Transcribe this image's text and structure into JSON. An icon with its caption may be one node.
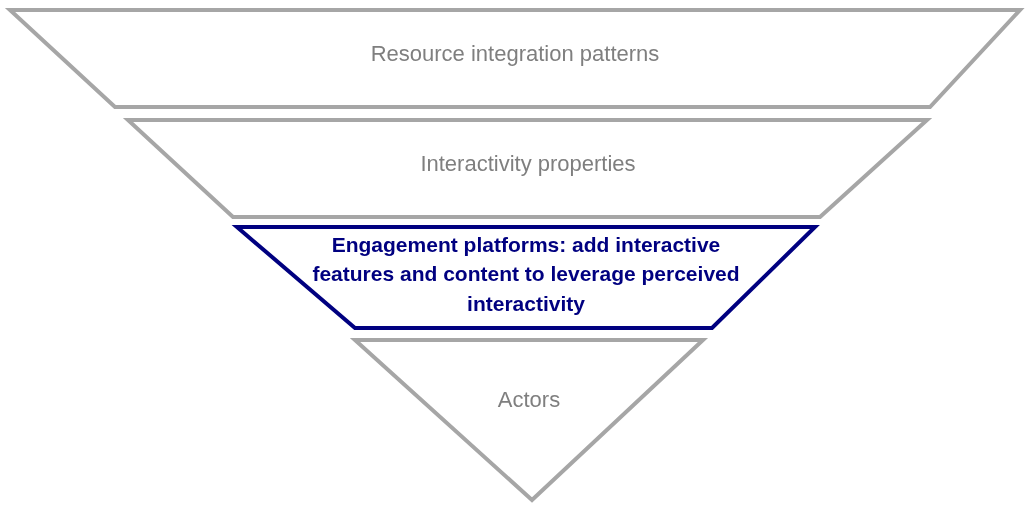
{
  "diagram": {
    "nodes": [
      {
        "text": [
          "Resource integration patterns"
        ]
      },
      {
        "text": [
          "Interactivity properties"
        ]
      },
      {
        "text": [
          "Engagement platforms: add interactive features and content to leverage perceived interactivity"
        ]
      },
      {
        "text": [
          "Actors"
        ]
      }
    ]
  }
}
